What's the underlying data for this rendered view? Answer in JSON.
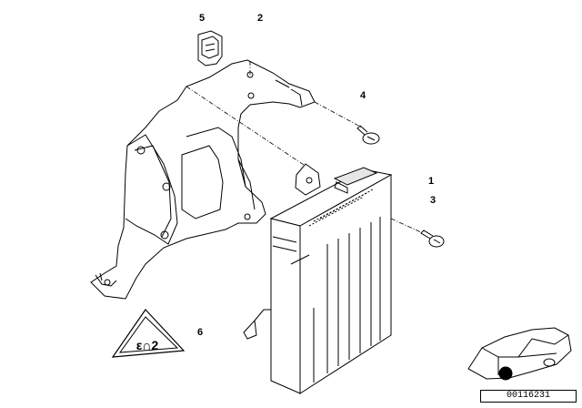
{
  "callouts": {
    "c1": "1",
    "c2": "2",
    "c3": "3",
    "c4": "4",
    "c5": "5",
    "c6": "6"
  },
  "reference_code": "00116231",
  "colors": {
    "line": "#000000",
    "background": "#ffffff",
    "fill_light": "#f2f2f2"
  }
}
